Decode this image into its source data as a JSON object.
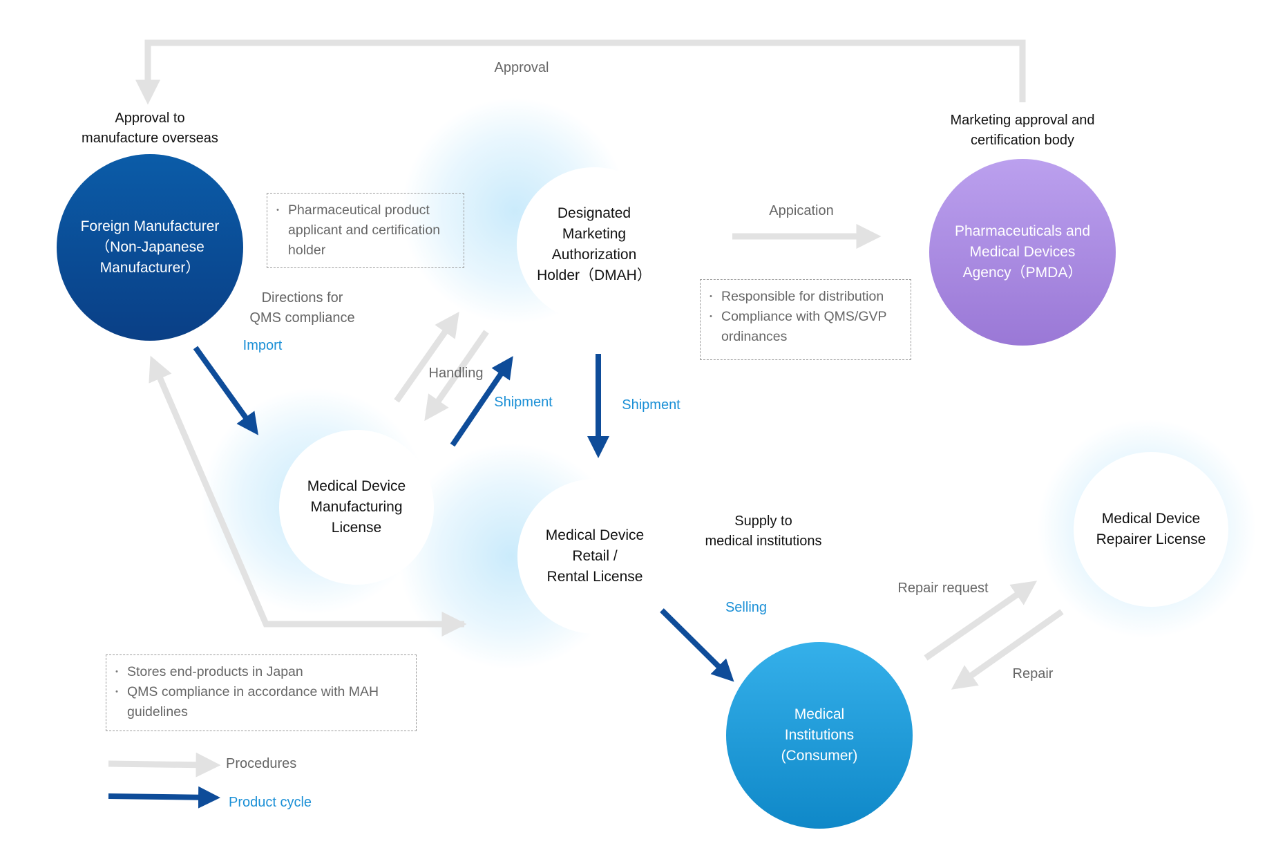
{
  "nodes": {
    "foreign_manufacturer": "Foreign Manufacturer\n（Non-Japanese\nManufacturer）",
    "dmah": "Designated\nMarketing\nAuthorization\nHolder（DMAH）",
    "pmda": "Pharmaceuticals and\nMedical Devices\nAgency（PMDA）",
    "manufacturing_license": "Medical Device\nManufacturing\nLicense",
    "retail_license": "Medical Device\nRetail /\nRental License",
    "repairer_license": "Medical Device\nRepairer License",
    "medical_institutions": "Medical\nInstitutions\n(Consumer)"
  },
  "labels": {
    "approval": "Approval",
    "approval_overseas": "Approval to\nmanufacture overseas",
    "marketing_body": "Marketing approval and\ncertification body",
    "appication": "Appication",
    "directions_qms": "Directions for\nQMS compliance",
    "import": "Import",
    "handling": "Handling",
    "shipment_up": "Shipment",
    "shipment_down": "Shipment",
    "supply": "Supply to\nmedical institutions",
    "selling": "Selling",
    "repair_request": "Repair request",
    "repair": "Repair"
  },
  "notes": {
    "dmah_role": [
      "Pharmaceutical product applicant and certification holder"
    ],
    "distribution": [
      "Responsible for distribution",
      "Compliance with QMS/GVP ordinances"
    ],
    "storage": [
      "Stores end-products in Japan",
      "QMS compliance in accordance with MAH guidelines"
    ]
  },
  "legend": {
    "procedures": "Procedures",
    "product_cycle": "Product cycle"
  },
  "colors": {
    "procedure_arrow": "#e2e2e2",
    "product_arrow": "#0e4c99",
    "foreign_manufacturer": "#0b4d97",
    "pmda": "#a98ee0",
    "medical_institutions": "#1f9fdc",
    "blue_text": "#1a8fd6"
  }
}
